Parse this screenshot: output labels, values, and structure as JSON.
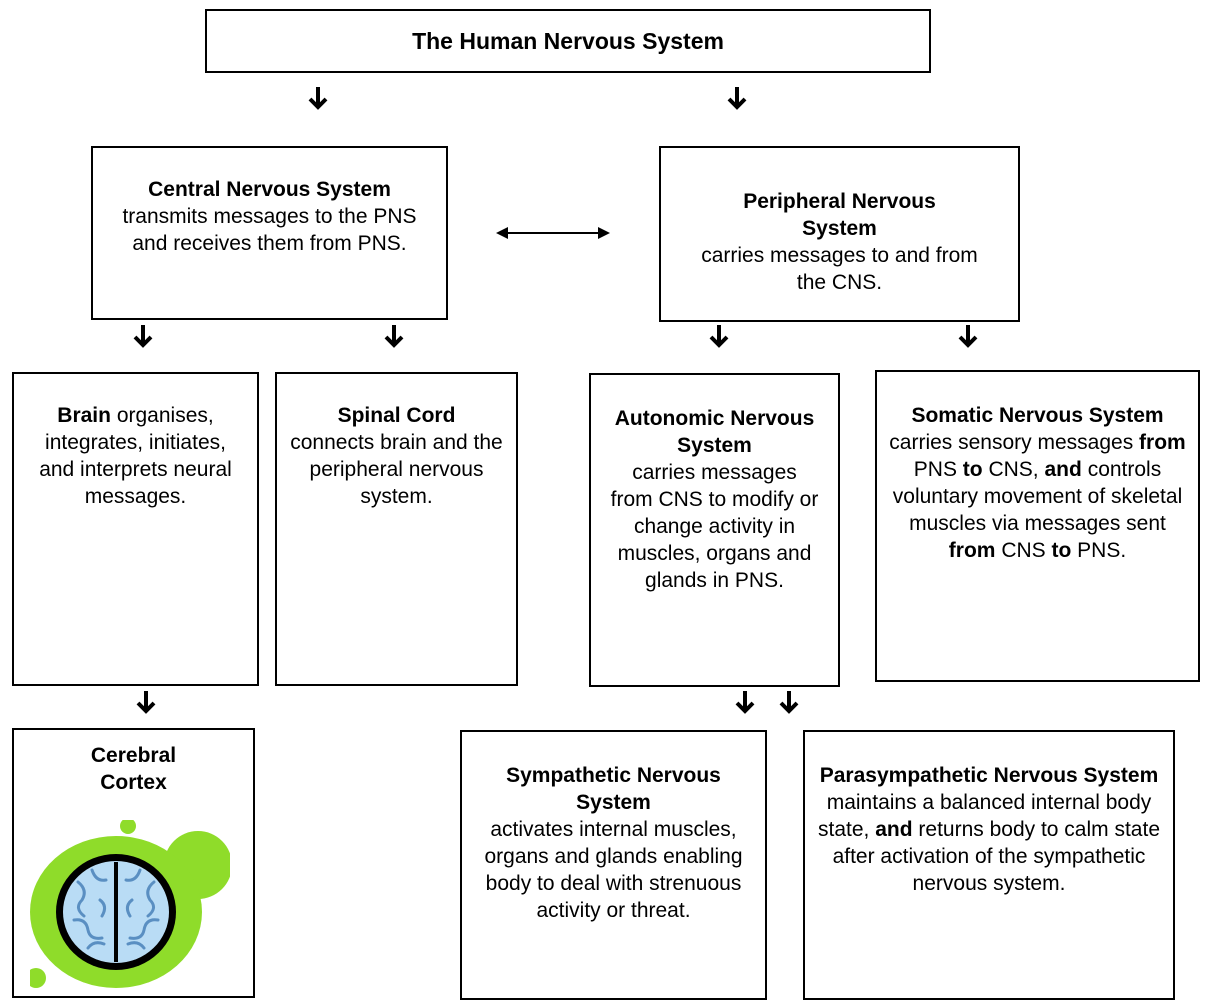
{
  "root": {
    "title": "The Human Nervous System"
  },
  "cns": {
    "title": "Central Nervous System",
    "text": "transmits messages to the PNS and receives them from PNS."
  },
  "pns": {
    "title": "Peripheral Nervous System",
    "text": "carries messages to and from the CNS."
  },
  "brain": {
    "title": "Brain",
    "text": "organises, integrates, initiates, and interprets neural messages."
  },
  "spinal": {
    "title": "Spinal Cord",
    "text": "connects brain and the peripheral nervous system."
  },
  "autonomic": {
    "title": "Autonomic Nervous System",
    "text": "carries messages from CNS to modify or change activity in muscles, organs and glands in PNS."
  },
  "somatic": {
    "title": "Somatic Nervous System",
    "t1": "carries sensory messages",
    "from1": "from",
    "t2": "PNS",
    "to1": "to",
    "t3": "CNS,",
    "and1": "and",
    "t4": "controls voluntary movement of skeletal muscles via messages sent",
    "from2": "from",
    "t5": "CNS",
    "to2": "to",
    "t6": "PNS."
  },
  "cortex": {
    "title": "Cerebral Cortex"
  },
  "sympathetic": {
    "title": "Sympathetic Nervous System",
    "text": "activates internal muscles, organs and glands enabling body to deal with strenuous activity or threat."
  },
  "parasympathetic": {
    "title": "Parasympathetic Nervous System",
    "t1": "maintains a balanced internal body state,",
    "and1": "and",
    "t2": "returns body to calm state after activation of the sympathetic nervous system."
  },
  "colors": {
    "brain_green": "#8fdc2a",
    "brain_blue": "#b9dcf5",
    "outline": "#000000"
  }
}
